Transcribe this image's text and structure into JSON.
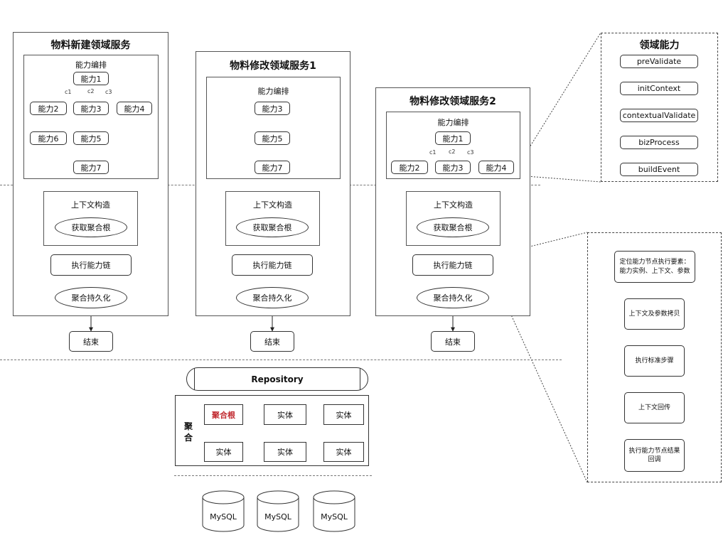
{
  "domain_panel": {
    "title": "领域能力",
    "steps": [
      "preValidate",
      "initContext",
      "contextualValidate",
      "bizProcess",
      "buildEvent"
    ]
  },
  "service1": {
    "title": "物料新建领域服务",
    "orch_title": "能力编排",
    "nodes": [
      "能力1",
      "能力2",
      "能力3",
      "能力4",
      "能力5",
      "能力6",
      "能力7"
    ],
    "conds": [
      "c1",
      "c2",
      "c3"
    ]
  },
  "service2": {
    "title": "物料修改领域服务1",
    "orch_title": "能力编排",
    "nodes": [
      "能力3",
      "能力5",
      "能力7"
    ]
  },
  "service3": {
    "title": "物料修改领域服务2",
    "orch_title": "能力编排",
    "nodes": [
      "能力1",
      "能力2",
      "能力3",
      "能力4"
    ],
    "conds": [
      "c1",
      "c2",
      "c3"
    ]
  },
  "execution": {
    "context_title": "上下文构造",
    "get_root": "获取聚合根",
    "exec_chain": "执行能力链",
    "persist": "聚合持久化",
    "end": "结束"
  },
  "chain_detail": {
    "steps": [
      "定位能力节点执行要素：能力实例、上下文、参数",
      "上下文及参数拷贝",
      "执行标准步骤",
      "上下文回传",
      "执行能力节点结果回调"
    ]
  },
  "repository": {
    "title": "Repository",
    "aggregate_label": "聚合",
    "root_label": "聚合根",
    "entity_label": "实体",
    "colors": {
      "root": "#c0272d"
    }
  },
  "databases": [
    "MySQL",
    "MySQL",
    "MySQL"
  ]
}
